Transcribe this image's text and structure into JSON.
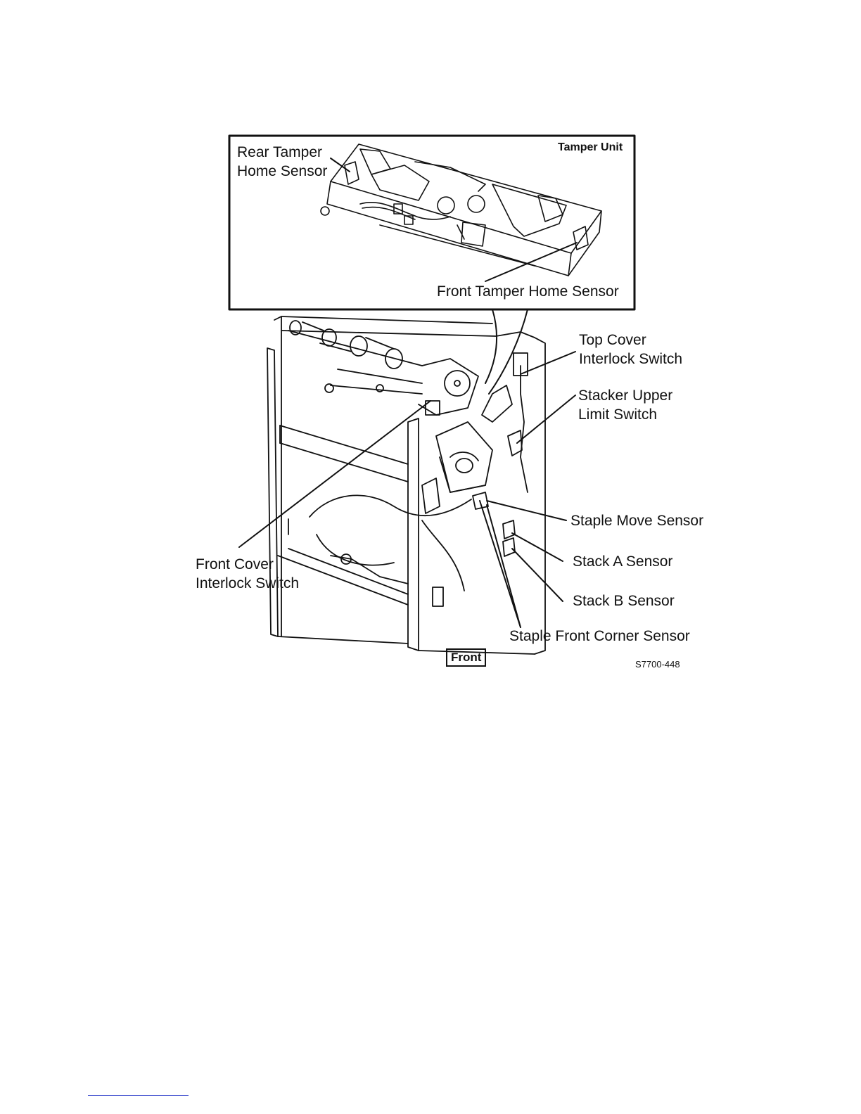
{
  "inset": {
    "title": "Tamper Unit"
  },
  "labels": {
    "rear_tamper_home_sensor": [
      "Rear Tamper",
      "Home Sensor"
    ],
    "front_tamper_home_sensor": "Front Tamper Home Sensor",
    "top_cover_interlock_switch": [
      "Top Cover",
      "Interlock Switch"
    ],
    "stacker_upper_limit_switch": [
      "Stacker Upper",
      "Limit Switch"
    ],
    "staple_move_sensor": "Staple Move Sensor",
    "stack_a_sensor": "Stack A Sensor",
    "stack_b_sensor": "Stack B Sensor",
    "staple_front_corner_sensor": "Staple Front Corner Sensor",
    "front_cover_interlock_switch": [
      "Front Cover",
      "Interlock Switch"
    ]
  },
  "front_tag": "Front",
  "figure_id": "S7700-448"
}
